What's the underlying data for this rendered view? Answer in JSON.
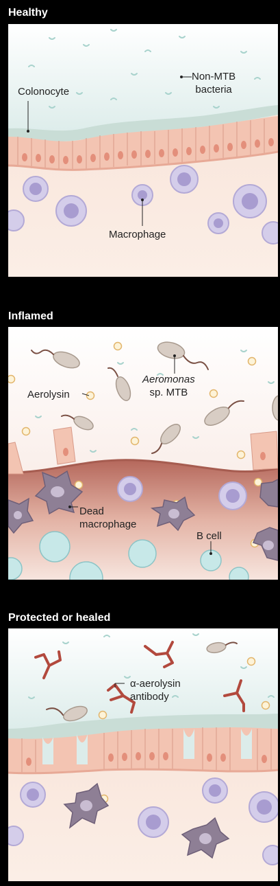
{
  "panels": {
    "healthy": {
      "title": "Healthy",
      "colonocyte": "Colonocyte",
      "bacteria_1": "Non-MTB",
      "bacteria_2": "bacteria",
      "macrophage": "Macrophage"
    },
    "inflamed": {
      "title": "Inflamed",
      "aerolysin": "Aerolysin",
      "aeromonas_1": "Aeromonas",
      "aeromonas_2": "sp. MTB",
      "dead_1": "Dead",
      "dead_2": "macrophage",
      "bcell": "B cell"
    },
    "protected": {
      "title": "Protected or healed",
      "antibody_1": "α-aerolysin",
      "antibody_2": "antibody"
    }
  },
  "colors": {
    "lumen": "#e6f2f1",
    "mucus": "#c7ddd6",
    "epithelium": "#f3c6b4",
    "nucleus": "#e08f7c",
    "tissue": "#f8e2d6",
    "macrophage": "#cdc4e6",
    "inflamed_tissue": "#b86e62",
    "bcell": "#bfe3e3",
    "antibody": "#b2493d",
    "bacterium": "#d7cdc4"
  }
}
